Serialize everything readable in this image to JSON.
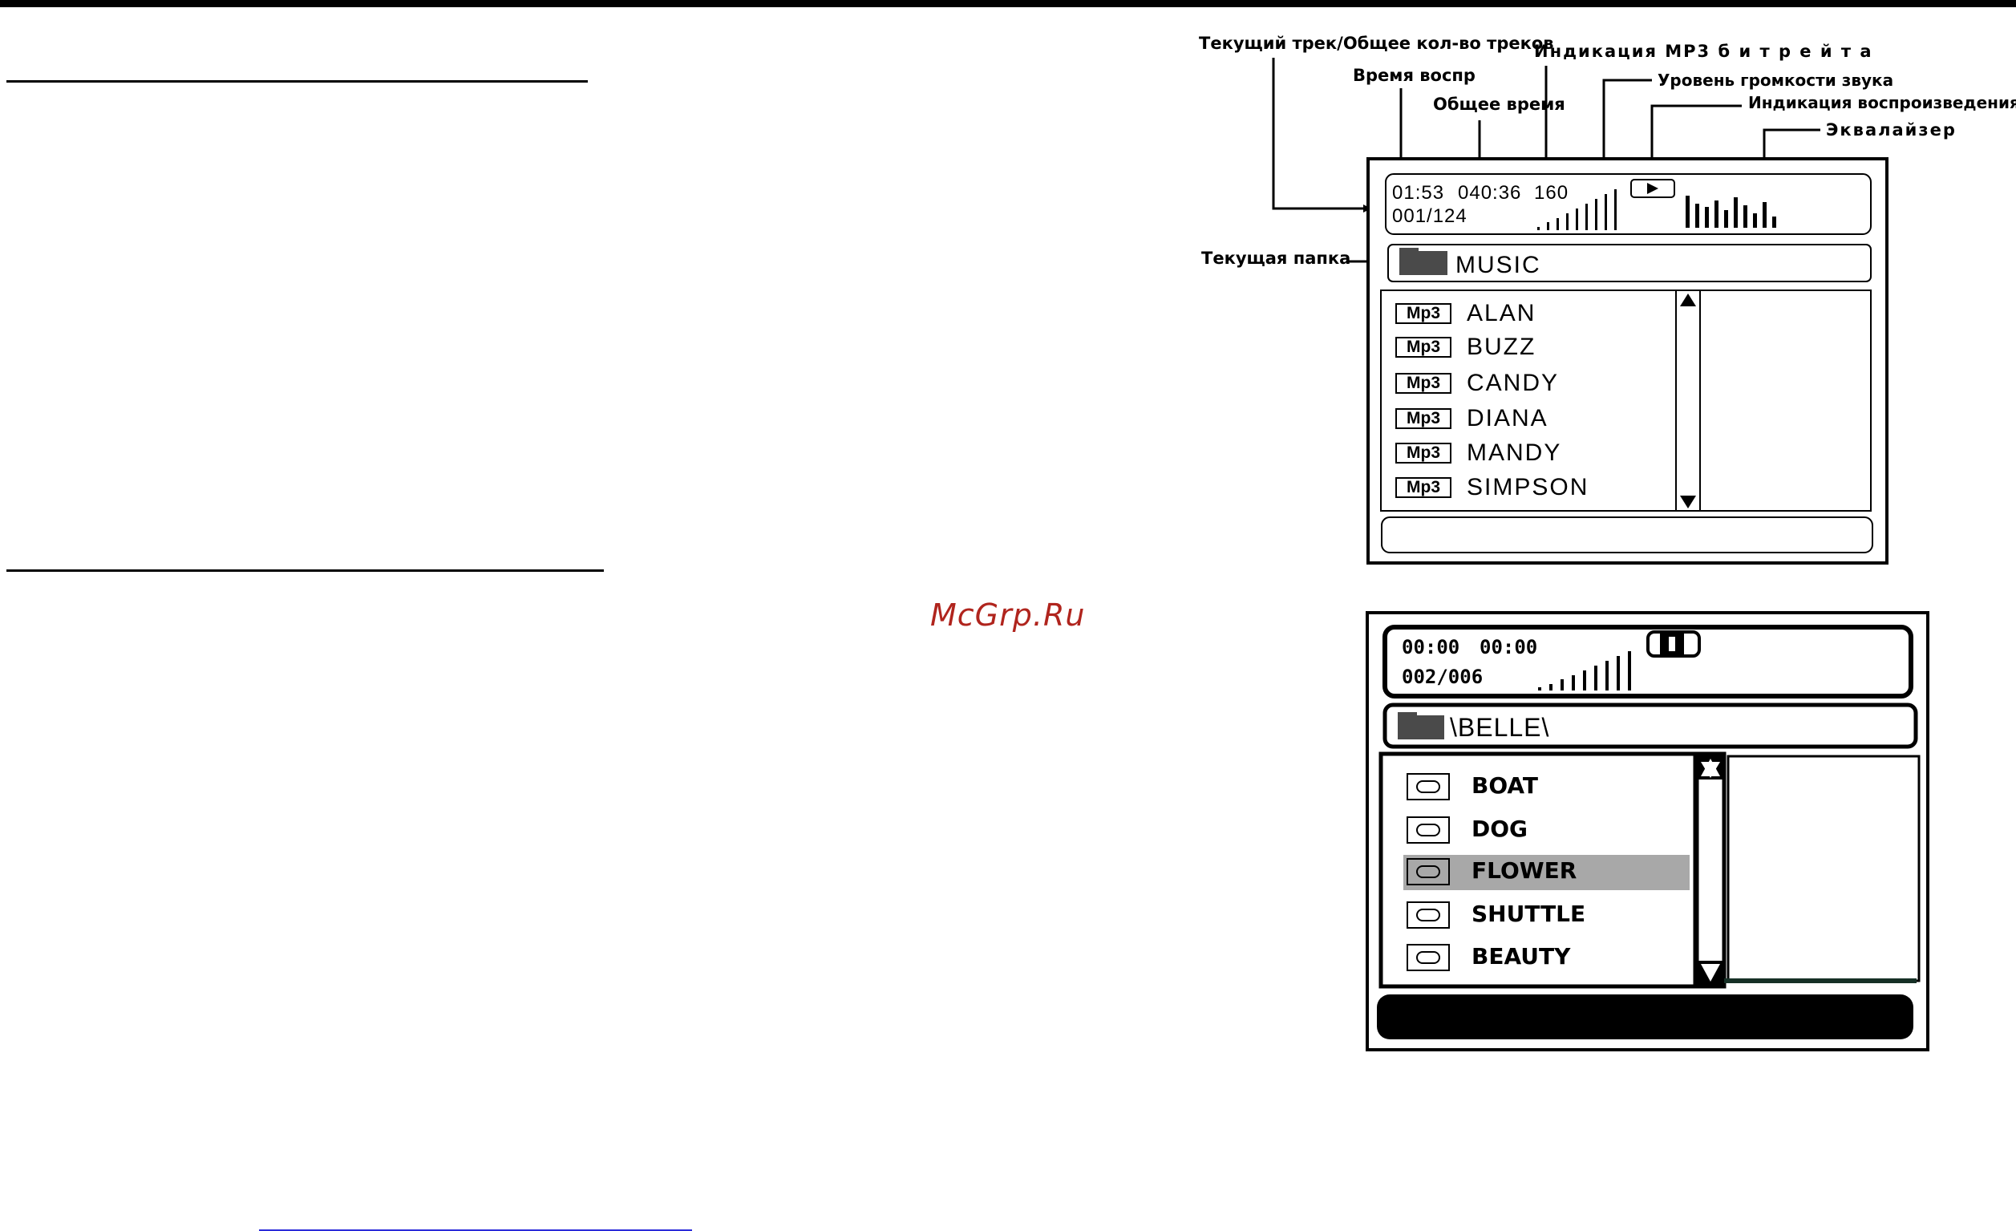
{
  "callouts": {
    "track_total": "Текущий трек/Общее кол-во треков",
    "play_time": "Время воспр",
    "total_time": "Общее время",
    "bitrate": "Индикация MP3 б и т р е й т а",
    "volume": "Уровень громкости звука",
    "play_indicator": "Индикация воспроизведения",
    "equalizer": "Эквалайзер",
    "current_folder": "Текущая папка"
  },
  "osd_mp3": {
    "elapsed": "01:53",
    "total": "040:36",
    "bitrate": "160",
    "track_counter": "001/124",
    "folder": "MUSIC",
    "tag_label": "Mp3",
    "tracks": [
      "ALAN",
      "BUZZ",
      "CANDY",
      "DIANA",
      "MANDY",
      "SIMPSON"
    ],
    "play_icon": "play-icon"
  },
  "osd_jpeg": {
    "elapsed": "00:00",
    "total": "00:00",
    "counter": "002/006",
    "folder": "\\BELLE\\",
    "files": [
      "BOAT",
      "DOG",
      "FLOWER",
      "SHUTTLE",
      "BEAUTY"
    ],
    "selected_index": 2,
    "status_icon": "pause-icon"
  },
  "watermark": "McGrp.Ru",
  "colors": {
    "watermark": "#b0241d",
    "link": "#2b2bd9",
    "highlight": "#a8a8a8"
  }
}
